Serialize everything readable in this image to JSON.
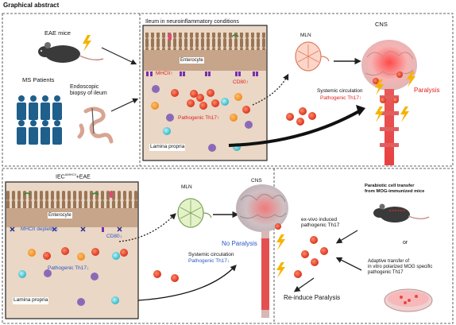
{
  "header": {
    "title": "Graphical abstract"
  },
  "top_panel": {
    "eae_mice": "EAE mice",
    "ms_patients": "MS Patients",
    "endoscopic_biopsy": "Endoscopic\nbiopsy of ileum",
    "ileum_title": "Ileum in neuroinflammatory conditions",
    "enterocyte": "Enterocyte",
    "mhcii": "MHCII↑",
    "cd80": "CD80↑",
    "pathogenic_th17": "Pathogenic Th17↑",
    "lamina_propria": "Lamina propria",
    "mln": "MLN",
    "systemic_circulation": "Systemic circulation",
    "systemic_pathogenic": "Pathogenic Th17↑",
    "cns": "CNS",
    "paralysis": "Paralysis"
  },
  "bottom_panel": {
    "iec_title_prefix": "IEC",
    "iec_title_sup": "ΔMHCII",
    "iec_title_suffix": "+EAE",
    "enterocyte": "Enterocyte",
    "mhcii_depletion": "MHCII depletion",
    "cd80": "CD80↓",
    "pathogenic_th17": "Pathogenic Th17↓",
    "lamina_propria": "Lamina propria",
    "mln": "MLN",
    "systemic_circulation": "Systemic circulation",
    "systemic_pathogenic": "Pathogenic Th17↓",
    "no_paralysis": "No Paralysis",
    "cns": "CNS",
    "exvivo": "ex-vivo induced\npathogenic Th17",
    "reinduce": "Re-induce Paralysis",
    "parabiotic": "Parabiotic cell transfer\nfrom MOG-immunized mice",
    "or": "or",
    "adaptive": "Adaptive transfer of\nin vitro polarized MOG specific\npathogenic Th17"
  },
  "colors": {
    "red": "#e02020",
    "blue": "#2a56c6",
    "tissue": "#ead7c5",
    "villi": "#8a6a4e"
  }
}
